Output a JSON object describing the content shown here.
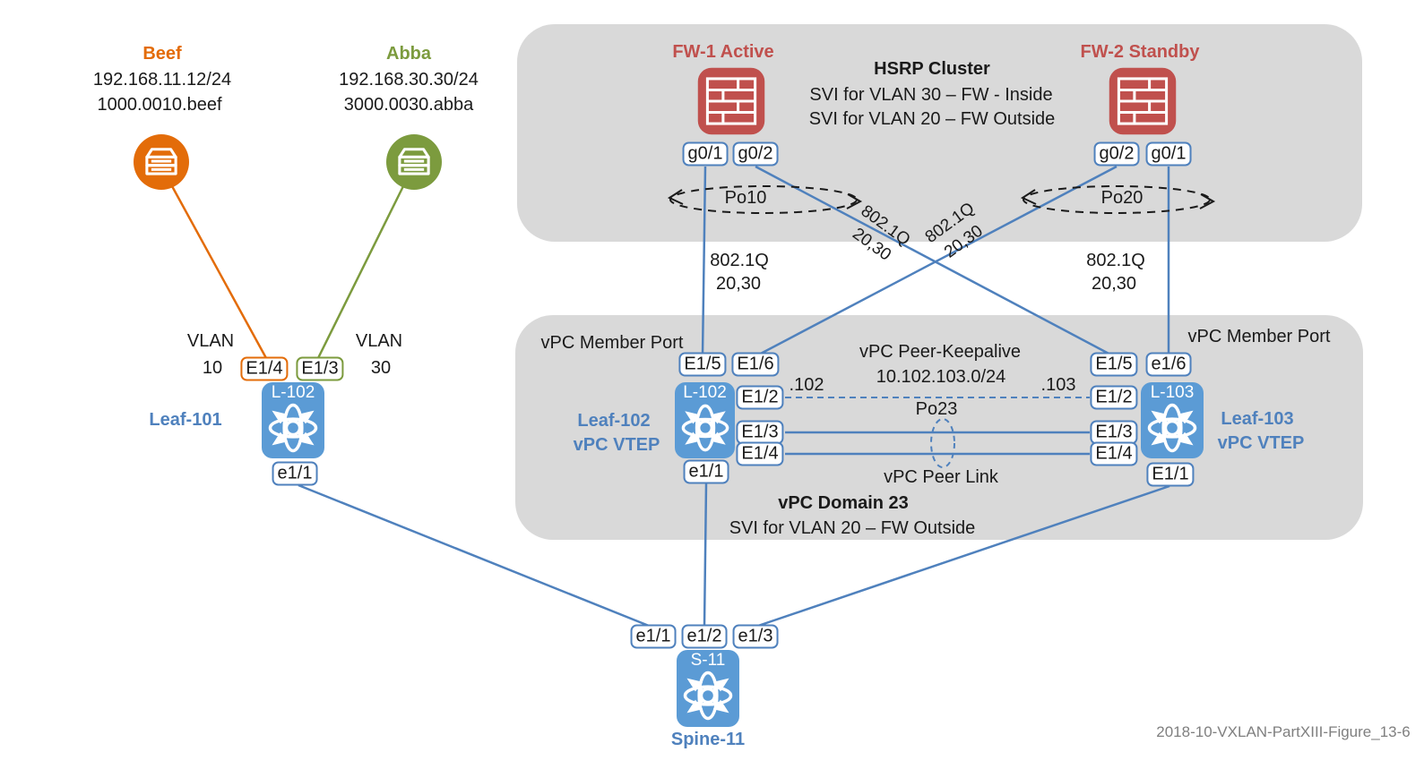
{
  "colors": {
    "accent_blue": "#4F81BD",
    "switch_blue": "#5B9BD5",
    "orange": "#E36C09",
    "green": "#7C9B3E",
    "red": "#C0504D",
    "box_gray": "#D9D9D9"
  },
  "hosts": {
    "beef": {
      "name": "Beef",
      "ip": "192.168.11.12/24",
      "mac": "1000.0010.beef"
    },
    "abba": {
      "name": "Abba",
      "ip": "192.168.30.30/24",
      "mac": "3000.0030.abba"
    }
  },
  "firewalls": {
    "fw1": {
      "title": "FW-1 Active",
      "port_left": "g0/1",
      "port_right": "g0/2",
      "po": "Po10"
    },
    "fw2": {
      "title": "FW-2 Standby",
      "port_left": "g0/2",
      "port_right": "g0/1",
      "po": "Po20"
    }
  },
  "hsrp": {
    "title": "HSRP Cluster",
    "line1": "SVI for VLAN 30 – FW - Inside",
    "line2": "SVI for VLAN 20 – FW Outside"
  },
  "trunks": {
    "left": {
      "a": "802.1Q",
      "b": "20,30"
    },
    "cross_left": {
      "a": "802.1Q",
      "b": "20,30"
    },
    "cross_right": {
      "a": "802.1Q",
      "b": "20,30"
    },
    "right": {
      "a": "802.1Q",
      "b": "20,30"
    }
  },
  "leaf101": {
    "name": "Leaf-101",
    "icon_tag": "L-102",
    "port_e14": "E1/4",
    "port_e13": "E1/3",
    "port_e11": "e1/1",
    "vlan_left": {
      "a": "VLAN",
      "b": "10"
    },
    "vlan_right": {
      "a": "VLAN",
      "b": "30"
    }
  },
  "leaf102": {
    "name": "Leaf-102",
    "role": "vPC VTEP",
    "icon_tag": "L-102",
    "member_port": "vPC Member Port",
    "octet": ".102",
    "ports": {
      "e15": "E1/5",
      "e16": "E1/6",
      "e12": "E1/2",
      "e13": "E1/3",
      "e14": "E1/4",
      "e11": "e1/1"
    }
  },
  "leaf103": {
    "name": "Leaf-103",
    "role": "vPC VTEP",
    "icon_tag": "L-103",
    "member_port": "vPC Member Port",
    "octet": ".103",
    "ports": {
      "e15": "E1/5",
      "e16": "e1/6",
      "e12": "E1/2",
      "e13": "E1/3",
      "e14": "E1/4",
      "e11": "E1/1"
    }
  },
  "vpc": {
    "keepalive": "vPC Peer-Keepalive",
    "keepalive_subnet": "10.102.103.0/24",
    "po23": "Po23",
    "peer_link": "vPC Peer Link",
    "domain": "vPC Domain 23",
    "svi": "SVI for VLAN 20 – FW Outside"
  },
  "spine": {
    "name": "Spine-11",
    "icon_tag": "S-11",
    "ports": {
      "p1": "e1/1",
      "p2": "e1/2",
      "p3": "e1/3"
    }
  },
  "caption": "2018-10-VXLAN-PartXIII-Figure_13-6"
}
